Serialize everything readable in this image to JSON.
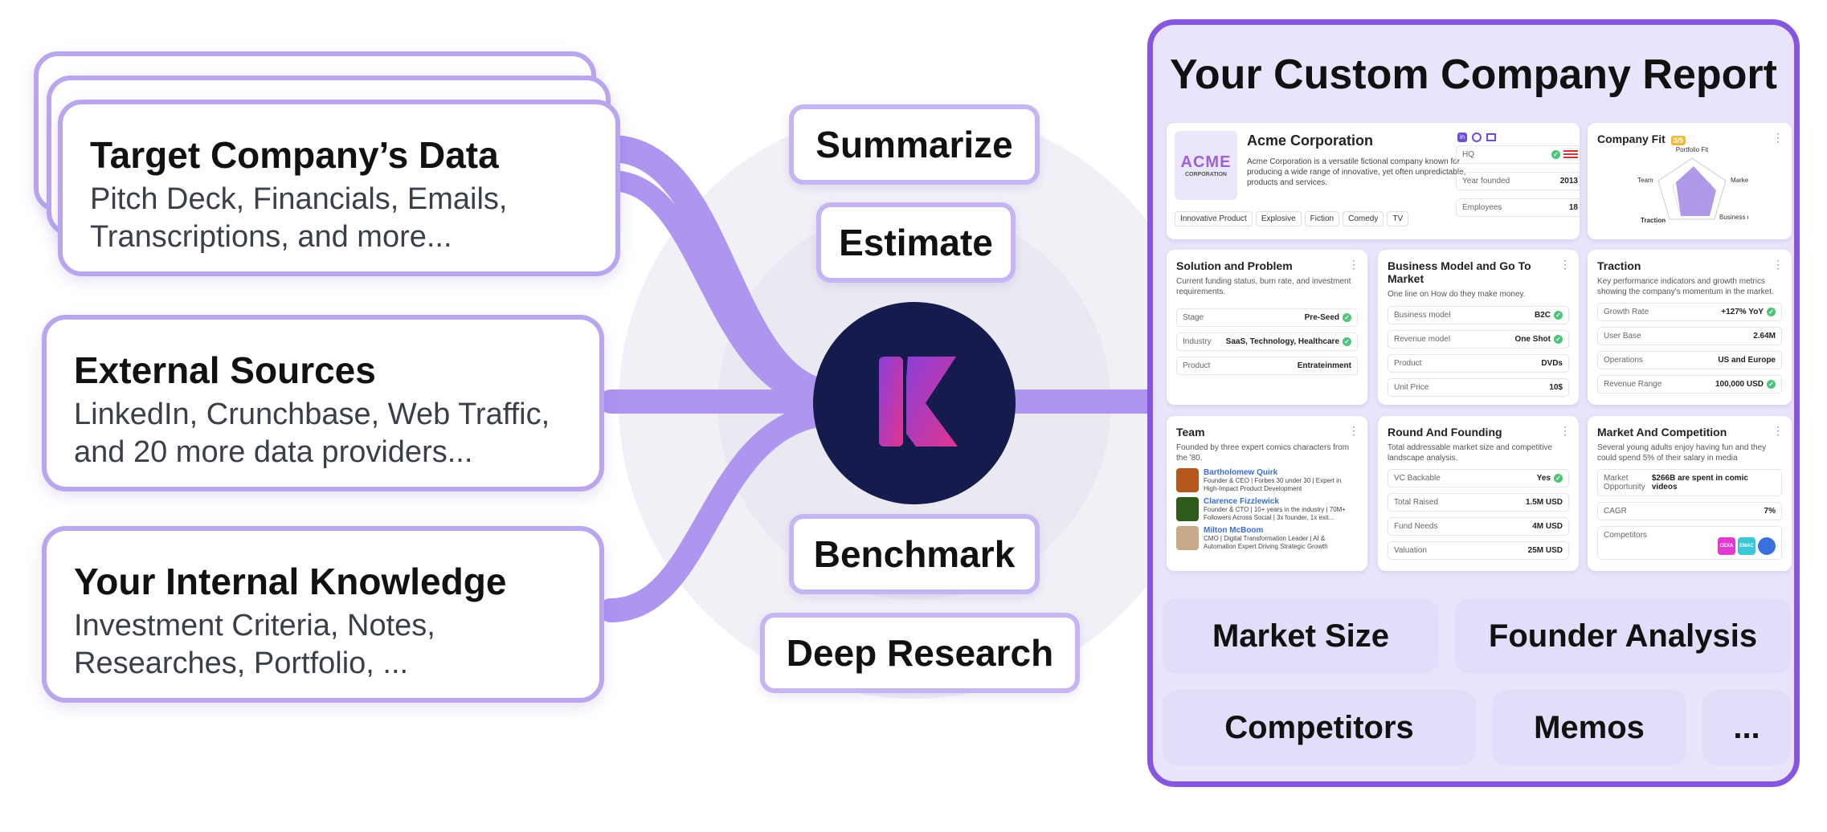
{
  "sources": [
    {
      "title": "Target Company’s Data",
      "desc1": "Pitch Deck, Financials, Emails,",
      "desc2": "Transcriptions, and more..."
    },
    {
      "title": "External Sources",
      "desc1": "LinkedIn, Crunchbase, Web Traffic,",
      "desc2": "and 20 more data providers..."
    },
    {
      "title": "Your Internal Knowledge",
      "desc1": "Investment Criteria, Notes,",
      "desc2": "Researches, Portfolio, ..."
    }
  ],
  "actions": {
    "summarize": "Summarize",
    "estimate": "Estimate",
    "benchmark": "Benchmark",
    "deep_research": "Deep Research"
  },
  "report": {
    "title": "Your Custom Company Report",
    "company": {
      "logo_line1": "ACME",
      "logo_line2": "CORPORATION",
      "name": "Acme Corporation",
      "description": "Acme Corporation is a versatile fictional company known for producing a wide range of innovative, yet often unpredictable, products and services.",
      "tags": [
        "Innovative Product",
        "Explosive",
        "Fiction",
        "Comedy",
        "TV"
      ],
      "hq_label": "HQ",
      "year_label": "Year founded",
      "year_value": "2013",
      "employees_label": "Employees",
      "employees_value": "18"
    },
    "fit": {
      "title": "Company Fit",
      "score": "3/5",
      "axes": [
        "Portfolio Fit",
        "Market",
        "Business model",
        "Traction",
        "Team"
      ]
    },
    "solution": {
      "title": "Solution and Problem",
      "desc": "Current funding status, burn rate, and investment requirements.",
      "rows": [
        {
          "k": "Stage",
          "v": "Pre-Seed"
        },
        {
          "k": "Industry",
          "v": "SaaS, Technology, Healthcare"
        },
        {
          "k": "Product",
          "v": "Entrateinment"
        }
      ]
    },
    "business": {
      "title": "Business Model and Go To Market",
      "desc": "One line on How do they make money.",
      "rows": [
        {
          "k": "Business model",
          "v": "B2C"
        },
        {
          "k": "Revenue model",
          "v": "One Shot"
        },
        {
          "k": "Product",
          "v": "DVDs"
        },
        {
          "k": "Unit Price",
          "v": "10$"
        }
      ]
    },
    "traction": {
      "title": "Traction",
      "desc": "Key performance indicators and growth metrics showing the company's momentum in the market.",
      "rows": [
        {
          "k": "Growth Rate",
          "v": "+127% YoY"
        },
        {
          "k": "User Base",
          "v": "2.64M"
        },
        {
          "k": "Operations",
          "v": "US and Europe"
        },
        {
          "k": "Revenue Range",
          "v": "100,000 USD"
        }
      ]
    },
    "team": {
      "title": "Team",
      "desc": "Founded by three expert comics characters from the '80.",
      "members": [
        {
          "name": "Bartholomew Quirk",
          "role": "Founder & CEO | Forbes 30 under 30 | Expert in High-Impact Product Development"
        },
        {
          "name": "Clarence Fizzlewick",
          "role": "Founder & CTO | 10+ years in the industry | 70M+ Followers Across Social | 3x founder, 1x exit..."
        },
        {
          "name": "Milton McBoom",
          "role": "CMO | Digital Transformation Leader | AI & Automation Expert Driving Strategic Growth"
        }
      ]
    },
    "round": {
      "title": "Round And Founding",
      "desc": "Total addressable market size and competitive landscape analysis.",
      "rows": [
        {
          "k": "VC Backable",
          "v": "Yes"
        },
        {
          "k": "Total Raised",
          "v": "1.5M USD"
        },
        {
          "k": "Fund Needs",
          "v": "4M USD"
        },
        {
          "k": "Valuation",
          "v": "25M USD"
        }
      ]
    },
    "market": {
      "title": "Market And Competition",
      "desc": "Several young adults enjoy having fun and they could spend 5% of their salary in media",
      "rows": [
        {
          "k": "Market Opportunity",
          "v": "$266B are spent in comic videos"
        },
        {
          "k": "CAGR",
          "v": "7%"
        }
      ],
      "competitors_label": "Competitors",
      "competitor_badges": [
        "CEXA",
        "EMAC"
      ]
    },
    "tiles": {
      "market_size": "Market Size",
      "founder_analysis": "Founder Analysis",
      "competitors": "Competitors",
      "memos": "Memos",
      "more": "..."
    }
  },
  "colors": {
    "accent": "#8656e0",
    "flow": "#ad95f0",
    "hub": "#151b4d",
    "border": "#b9a6ef"
  }
}
